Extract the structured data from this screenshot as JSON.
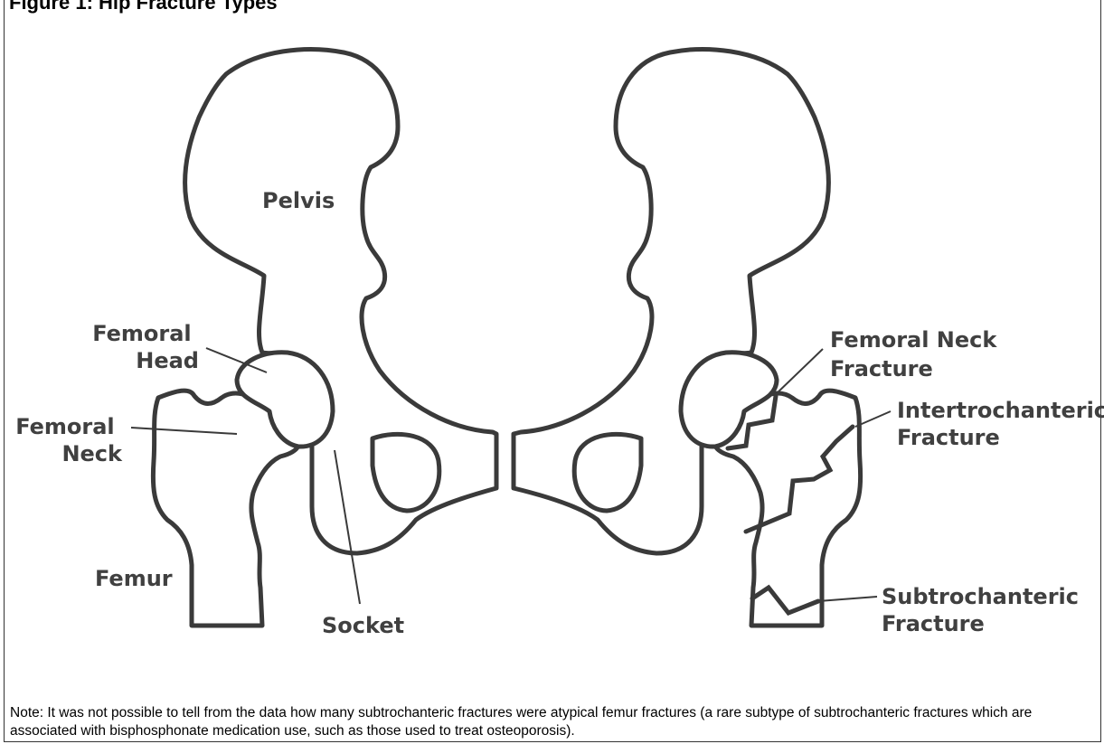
{
  "figure": {
    "title": "Figure 1: Hip Fracture Types"
  },
  "labels": {
    "pelvis": "Pelvis",
    "femoral_head": [
      "Femoral",
      "Head"
    ],
    "femoral_neck": [
      "Femoral",
      "Neck"
    ],
    "femur": "Femur",
    "socket": "Socket",
    "femoral_neck_fracture": [
      "Femoral Neck",
      "Fracture"
    ],
    "intertrochanteric_fracture": [
      "Intertrochanteric",
      "Fracture"
    ],
    "subtrochanteric_fracture": [
      "Subtrochanteric",
      "Fracture"
    ]
  },
  "note": "Note: It was not possible to tell from the data how many subtrochanteric fractures were atypical femur fractures (a rare subtype of subtrochanteric fractures which are associated with bisphosphonate medication use, such as those used to treat osteoporosis).",
  "colors": {
    "outline": "#3a3a3a",
    "label": "#404040",
    "background": "#ffffff"
  }
}
